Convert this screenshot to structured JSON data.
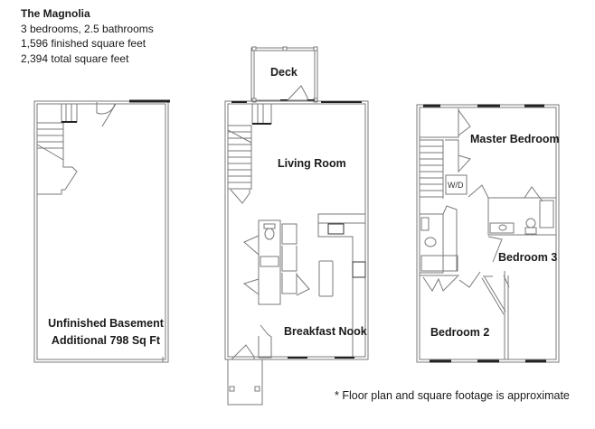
{
  "header": {
    "title": "The Magnolia",
    "bedrooms_baths": "3 bedrooms, 2.5 bathrooms",
    "finished_sqft": "1,596 finished square feet",
    "total_sqft": "2,394 total square feet"
  },
  "floors": {
    "basement": {
      "label_line1": "Unfinished Basement",
      "label_line2": "Additional 798 Sq Ft"
    },
    "main": {
      "rooms": [
        "Deck",
        "Living Room",
        "Breakfast Nook"
      ]
    },
    "upper": {
      "rooms": [
        "Master Bedroom",
        "Bedroom 3",
        "Bedroom 2"
      ],
      "laundry": "W/D"
    }
  },
  "footnote": "* Floor plan and square footage is approximate",
  "colors": {
    "wall": "#7a7a7a",
    "window": "#222222",
    "text": "#1a1a1a"
  }
}
